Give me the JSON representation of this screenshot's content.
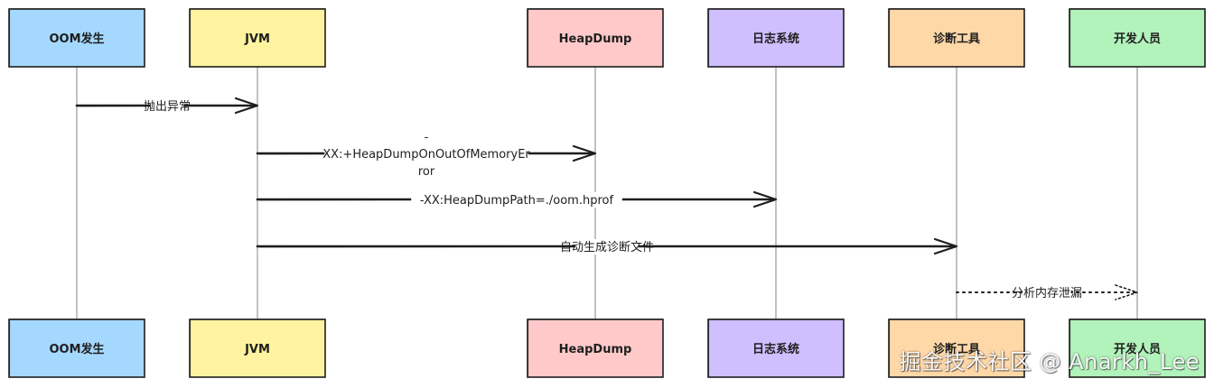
{
  "actors": [
    {
      "label": "OOM发生",
      "color": "#a5d8ff"
    },
    {
      "label": "JVM",
      "color": "#fff3a0"
    },
    {
      "label": "HeapDump",
      "color": "#ffc9c9"
    },
    {
      "label": "日志系统",
      "color": "#d0bfff"
    },
    {
      "label": "诊断工具",
      "color": "#ffd8a8"
    },
    {
      "label": "开发人员",
      "color": "#b2f2bb"
    }
  ],
  "messages": [
    {
      "from": 0,
      "to": 1,
      "label_lines": [
        "抛出异常"
      ],
      "style": "solid"
    },
    {
      "from": 1,
      "to": 2,
      "label_lines": [
        "-",
        "XX:+HeapDumpOnOutOfMemoryEr",
        "ror"
      ],
      "style": "solid"
    },
    {
      "from": 1,
      "to": 3,
      "label_lines": [
        "-XX:HeapDumpPath=./oom.hprof"
      ],
      "style": "solid"
    },
    {
      "from": 1,
      "to": 4,
      "label_lines": [
        "自动生成诊断文件"
      ],
      "style": "solid"
    },
    {
      "from": 4,
      "to": 5,
      "label_lines": [
        "分析内存泄漏"
      ],
      "style": "dotted"
    }
  ],
  "watermark": "掘金技术社区 @ Anarkh_Lee"
}
